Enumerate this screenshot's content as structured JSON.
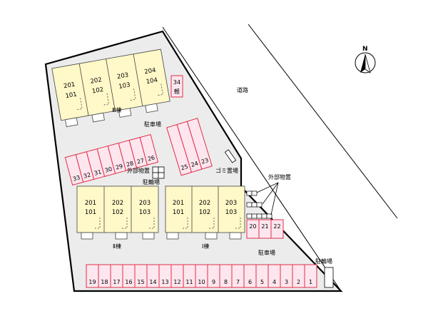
{
  "colors": {
    "lot": "#ececec",
    "lot_border": "#000000",
    "building_fill": "#fff8c8",
    "building_border": "#444444",
    "parking_fill": "#fde6ee",
    "parking_border": "#e0304a",
    "road_line": "#000000"
  },
  "compass": {
    "label": "N",
    "icon": "compass-north-arrow-icon"
  },
  "road": {
    "label": "道路"
  },
  "buildings": {
    "b3": {
      "label": "Ⅲ棟",
      "units": [
        {
          "upper": "201",
          "lower": "101"
        },
        {
          "upper": "202",
          "lower": "102"
        },
        {
          "upper": "203",
          "lower": "103"
        },
        {
          "upper": "204",
          "lower": "104"
        }
      ]
    },
    "b2": {
      "label": "Ⅱ棟",
      "units": [
        {
          "upper": "201",
          "lower": "101"
        },
        {
          "upper": "202",
          "lower": "102"
        },
        {
          "upper": "203",
          "lower": "103"
        }
      ]
    },
    "b1": {
      "label": "Ⅰ棟",
      "units": [
        {
          "upper": "201",
          "lower": "101"
        },
        {
          "upper": "202",
          "lower": "102"
        },
        {
          "upper": "203",
          "lower": "103"
        }
      ]
    }
  },
  "parking": {
    "label_upper": "駐車場",
    "label_lower": "駐車場",
    "row_26_33": [
      "33",
      "32",
      "31",
      "30",
      "29",
      "28",
      "27",
      "26"
    ],
    "row_23_25": [
      "25",
      "24",
      "23"
    ],
    "row_20_22": [
      "20",
      "21",
      "22"
    ],
    "row_1_19": [
      "19",
      "18",
      "17",
      "16",
      "15",
      "14",
      "13",
      "12",
      "11",
      "10",
      "9",
      "8",
      "7",
      "6",
      "5",
      "4",
      "3",
      "2",
      "1"
    ],
    "space_34": "34",
    "space_34_note": "軽"
  },
  "facilities": {
    "storage_left": "外部物置",
    "storage_right": "外部物置",
    "bike_left": "駐輪場",
    "bike_right": "駐輪場",
    "garbage": "ゴミ置場"
  }
}
